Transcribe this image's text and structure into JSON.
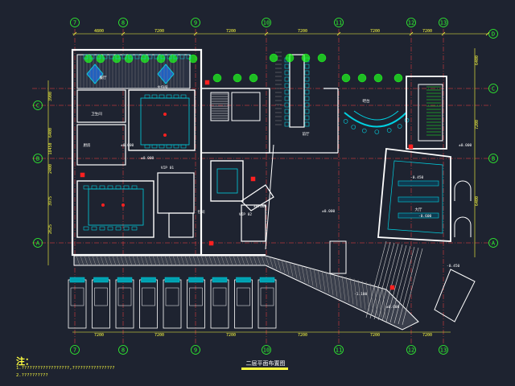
{
  "title": "二层平面布置图",
  "colors": {
    "background": "#1e2330",
    "wall": "#ffffff",
    "wall_fill": "#d8d8d8",
    "axis_line": "#ff4040",
    "axis_bubble": "#30ff30",
    "dimension": "#ffff40",
    "furniture": "#00d0e0",
    "text": "#ffffff",
    "tree": "#20ff20",
    "hatch": "#e0e0e0",
    "highlight": "#ff2020"
  },
  "axes_top": [
    "7",
    "8",
    "9",
    "10",
    "11",
    "12",
    "13"
  ],
  "axes_bottom": [
    "7",
    "8",
    "9",
    "10",
    "11",
    "12",
    "13"
  ],
  "axes_left": [
    "C",
    "B",
    "A"
  ],
  "axes_right": [
    "D",
    "C",
    "B",
    "A"
  ],
  "dims_top": [
    "4800",
    "7200",
    "7200",
    "7200",
    "7200",
    "7200"
  ],
  "dims_bottom": [
    "7200",
    "7200",
    "7200",
    "7200",
    "7200",
    "7200"
  ],
  "dims_left": [
    "3900",
    "6400",
    "18450",
    "2400",
    "3975",
    "2625"
  ],
  "dims_right": [
    "6400",
    "7200",
    "6400"
  ],
  "elevations": [
    "±0.000",
    "-0.450",
    "±0.000",
    "±0.000",
    "-0.600",
    "±0.000",
    "-1.100",
    "±0.600",
    "-0.450",
    "±0.000"
  ],
  "room_labels": [
    "餐厅",
    "大包房",
    "VIP 01",
    "VIP 02",
    "包间",
    "卫生间",
    "厨房",
    "吧台",
    "前厅",
    "大厅"
  ],
  "notes_title": "注：",
  "notes": [
    "1.??????????????????,????????????????",
    "2.??????????"
  ],
  "parking_count": 9
}
